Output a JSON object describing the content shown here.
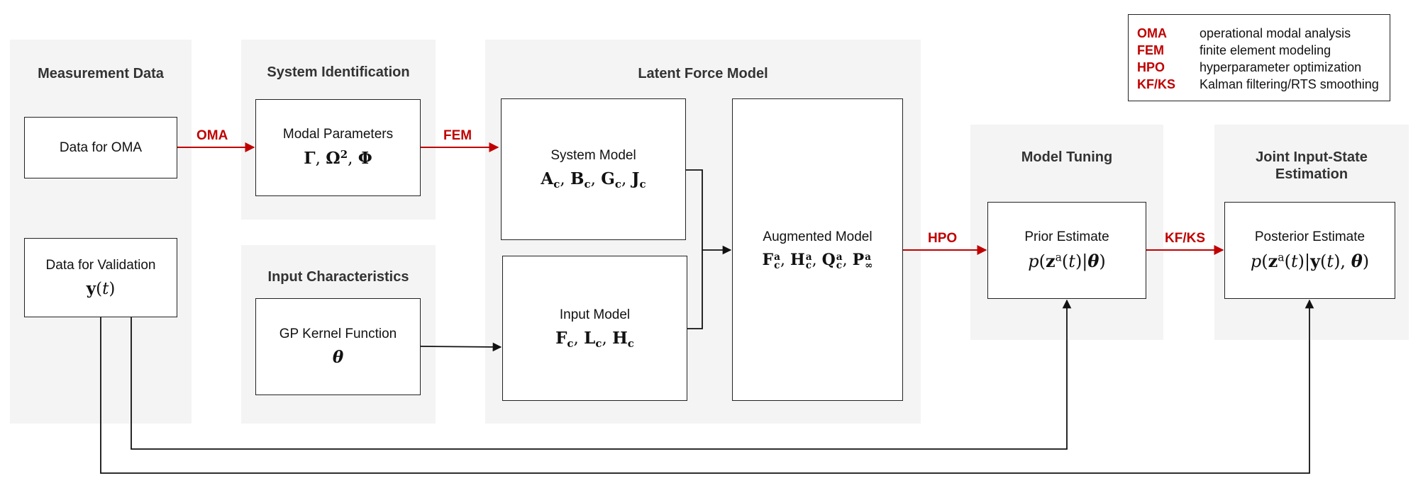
{
  "panels": {
    "measurement": "Measurement Data",
    "sysid": "System Identification",
    "input": "Input Characteristics",
    "lfm": "Latent Force Model",
    "tuning": "Model Tuning",
    "joint": "Joint Input-State Estimation"
  },
  "boxes": {
    "oma_data": "Data for OMA",
    "validation_data": "Data for Validation",
    "modal_params": "Modal Parameters",
    "gp_kernel": "GP Kernel Function",
    "system_model": "System Model",
    "input_model": "Input Model",
    "augmented_model": "Augmented Model",
    "prior": "Prior Estimate",
    "posterior": "Posterior Estimate"
  },
  "edges": {
    "oma": "OMA",
    "fem": "FEM",
    "hpo": "HPO",
    "kfks": "KF/KS"
  },
  "legend": [
    {
      "key": "OMA",
      "value": "operational modal analysis"
    },
    {
      "key": "FEM",
      "value": "finite element modeling"
    },
    {
      "key": "HPO",
      "value": "hyperparameter optimization"
    },
    {
      "key": "KF/KS",
      "value": "Kalman filtering/RTS smoothing"
    }
  ],
  "colors": {
    "accent": "#c00000",
    "panel": "#f4f4f4",
    "stroke": "#222222"
  }
}
